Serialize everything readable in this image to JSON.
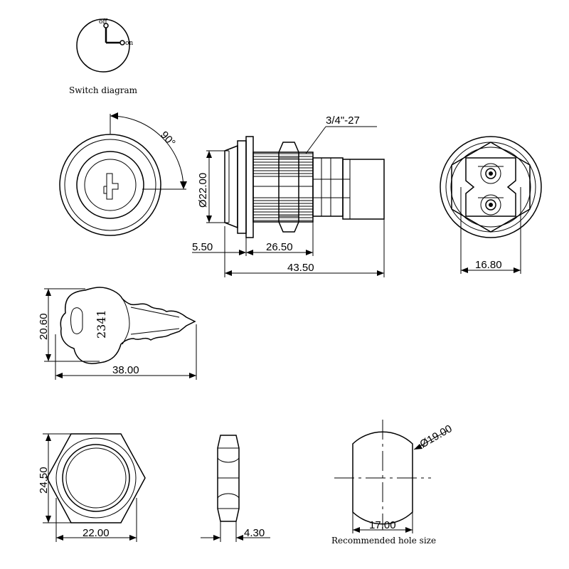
{
  "switch_diagram": {
    "caption": "Switch diagram",
    "off_label": "off",
    "on_label": "on"
  },
  "front_view": {
    "angle_label": "90°"
  },
  "side_view": {
    "thread_label": "3/4\"-27",
    "diameter_label": "Ø22.00",
    "dim_flange": "5.50",
    "dim_body": "26.50",
    "dim_total": "43.50"
  },
  "rear_view": {
    "dim_width": "16.80"
  },
  "key": {
    "number": "2341",
    "dim_height": "20.60",
    "dim_length": "38.00"
  },
  "hex_nut": {
    "dim_height": "24.50",
    "dim_width": "22.00",
    "dim_thickness": "4.30"
  },
  "hole": {
    "diameter_label": "Ø19.00",
    "dim_flat": "17.00",
    "caption": "Recommended hole size"
  }
}
